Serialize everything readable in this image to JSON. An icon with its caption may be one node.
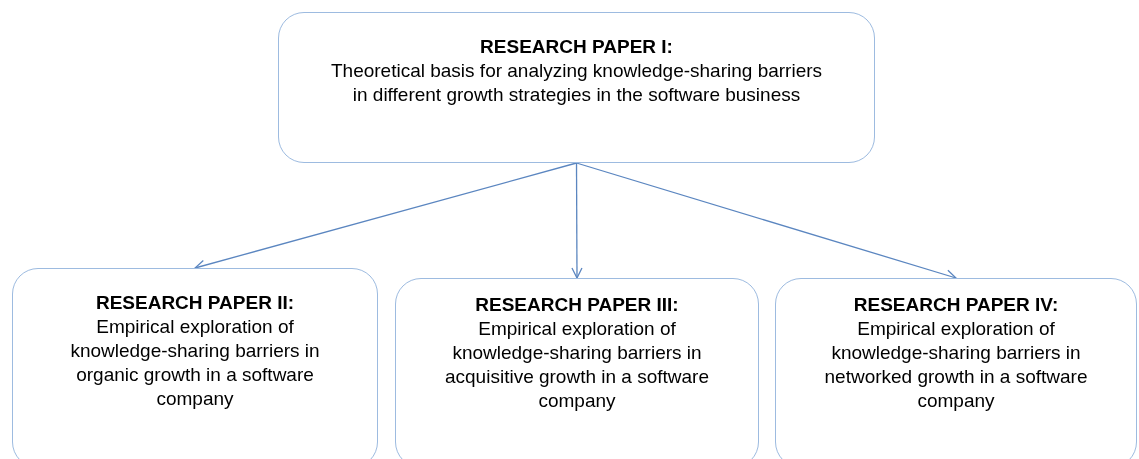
{
  "diagram": {
    "nodes": [
      {
        "text": [
          "RESEARCH PAPER I:",
          "Theoretical basis for analyzing knowledge-sharing barriers in different growth strategies in the software business"
        ]
      },
      {
        "text": [
          "RESEARCH PAPER II:",
          "Empirical exploration of knowledge-sharing barriers in organic growth in a software company"
        ]
      },
      {
        "text": [
          "RESEARCH PAPER III:",
          "Empirical exploration of knowledge-sharing barriers in acquisitive growth in a software company"
        ]
      },
      {
        "text": [
          "RESEARCH PAPER IV:",
          "Empirical exploration of knowledge-sharing barriers in networked growth in a software company"
        ]
      }
    ],
    "edges": [
      {
        "from": 0,
        "to": 1,
        "arrow": "to"
      },
      {
        "from": 0,
        "to": 2,
        "arrow": "to"
      },
      {
        "from": 0,
        "to": 3,
        "arrow": "to"
      }
    ]
  }
}
